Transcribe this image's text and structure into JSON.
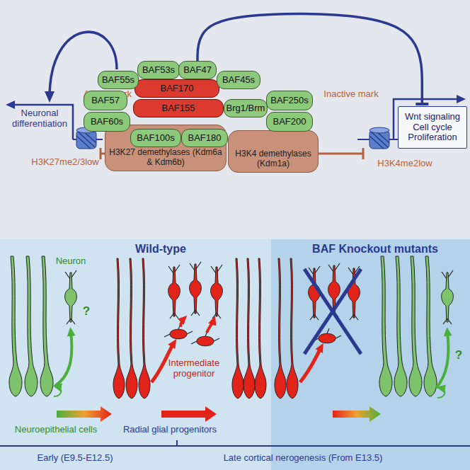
{
  "diagram": {
    "nodes": [
      {
        "text": [
          "BAF55s"
        ]
      },
      {
        "text": [
          "BAF53s"
        ]
      },
      {
        "text": [
          "BAF47"
        ]
      },
      {
        "text": [
          "BAF45s"
        ]
      },
      {
        "text": [
          "BAF170"
        ]
      },
      {
        "text": [
          "BAF57"
        ]
      },
      {
        "text": [
          "BAF155"
        ]
      },
      {
        "text": [
          "Brg1/Brm"
        ]
      },
      {
        "text": [
          "BAF250s"
        ]
      },
      {
        "text": [
          "BAF60s"
        ]
      },
      {
        "text": [
          "BAF200"
        ]
      },
      {
        "text": [
          "H3K27 demethylases (Kdm6a & Kdm6b)"
        ]
      },
      {
        "text": [
          "BAF100s"
        ]
      },
      {
        "text": [
          "BAF180"
        ]
      },
      {
        "text": [
          "H3K4 demethylases (Kdm1a)"
        ]
      },
      {
        "text": [
          "Wnt signaling Cell cycle Proliferation"
        ]
      }
    ],
    "edges": [
      {
        "from": 2,
        "to": 15,
        "arrow": "to"
      }
    ],
    "labels": [
      "Active mark",
      "H3K27me2/3low",
      "Neuronal differentiation",
      "Inactive mark",
      "H3K4me2low",
      "Wild-type",
      "BAF Knockout mutants",
      "Neuron",
      "?",
      "Neuroepithelial cells",
      "Radial glial progenitors",
      "Intermediate progenitor",
      "?",
      "Early (E9.5-E12.5)",
      "Late cortical nerogenesis (From E13.5)"
    ]
  }
}
